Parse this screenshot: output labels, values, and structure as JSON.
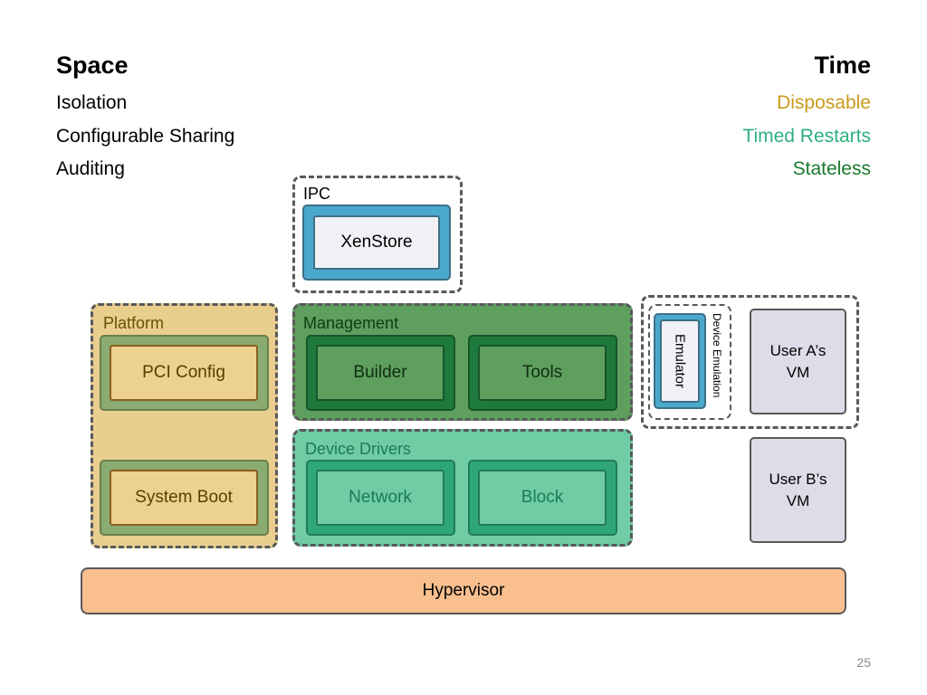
{
  "left": {
    "heading": "Space",
    "items": [
      "Isolation",
      "Configurable Sharing",
      "Auditing"
    ]
  },
  "right": {
    "heading": "Time",
    "items": [
      {
        "label": "Disposable",
        "color": "#c99a1c"
      },
      {
        "label": "Timed Restarts",
        "color": "#2fb07e"
      },
      {
        "label": "Stateless",
        "color": "#1a7a2e"
      }
    ]
  },
  "ipc": {
    "label": "IPC",
    "component": "XenStore"
  },
  "platform": {
    "label": "Platform",
    "components": [
      "PCI Config",
      "System Boot"
    ]
  },
  "management": {
    "label": "Management",
    "components": [
      "Builder",
      "Tools"
    ]
  },
  "device_drivers": {
    "label": "Device Drivers",
    "components": [
      "Network",
      "Block"
    ]
  },
  "device_emulation": {
    "label": "Device Emulation",
    "component": "Emulator"
  },
  "vms": [
    "User A’s VM",
    "User B’s VM"
  ],
  "hypervisor": "Hypervisor",
  "page_number": "25",
  "colors": {
    "platform": "#e8cf8e",
    "management": "#5e9e5e",
    "device_drivers": "#6fcca4",
    "ipc": "#4aa8cc",
    "hypervisor": "#f9bf8f",
    "vm": "#dcdde8"
  }
}
